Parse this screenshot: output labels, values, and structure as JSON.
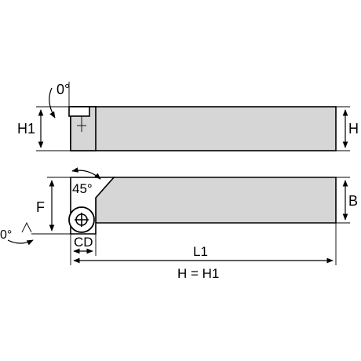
{
  "labels": {
    "side_angle": "0°",
    "h1_left": "H1",
    "h_right": "H",
    "f": "F",
    "angle_45": "45°",
    "b": "B",
    "front_angle": "0°",
    "cd": "CD",
    "l1": "L1",
    "h_equals_h1": "H = H1"
  },
  "colors": {
    "body_fill": "#d6d6d6",
    "outline": "#000000",
    "background": "#ffffff"
  }
}
